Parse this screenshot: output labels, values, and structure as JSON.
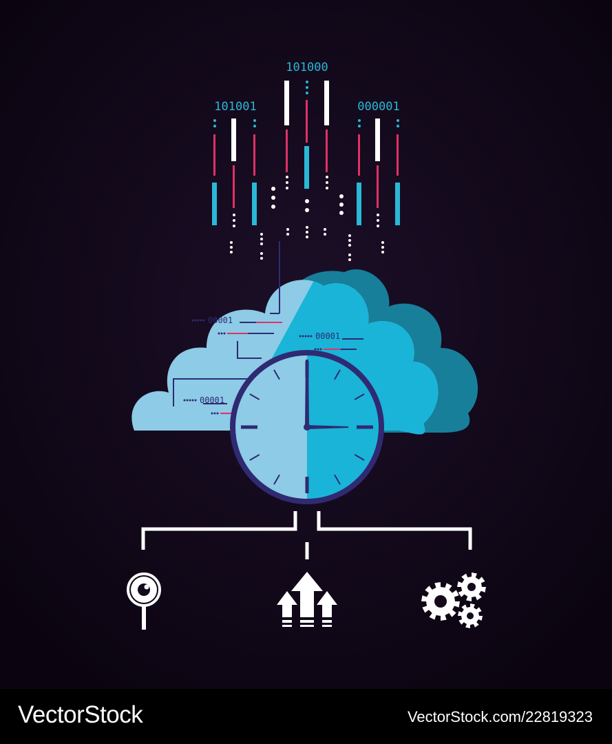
{
  "binary": {
    "left": "101001",
    "center": "101000",
    "right": "000001"
  },
  "cloud_labels": {
    "upper_left": "00001",
    "upper_right": "00001",
    "lower_left": "00001"
  },
  "icons": {
    "left": "magnifier-icon",
    "center": "arrows-up-icon",
    "right": "gears-icon"
  },
  "watermark": {
    "brand": "VectorStock",
    "id": "VectorStock.com/22819323"
  },
  "colors": {
    "background": "#140a1c",
    "cloud_light": "#8dcbe6",
    "cloud_mid": "#1ab4d8",
    "cloud_dark": "#177f9a",
    "clock_ring": "#2f2a72",
    "accent_pink": "#e03166",
    "accent_cyan": "#2bb8d6"
  }
}
